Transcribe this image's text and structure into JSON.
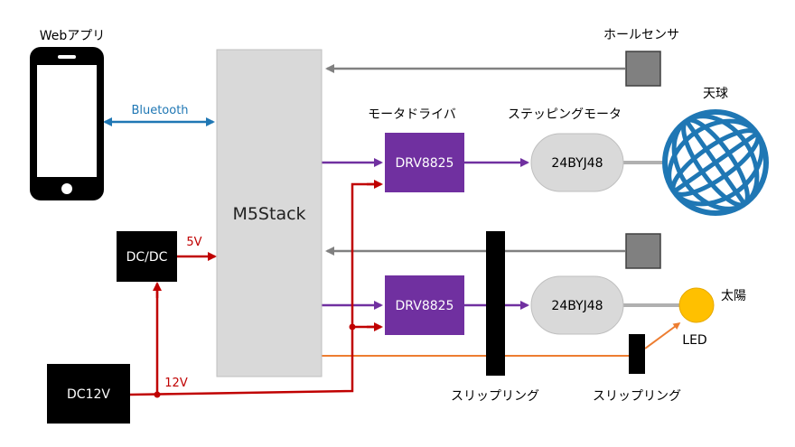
{
  "labels": {
    "webapp": "Webアプリ",
    "bluetooth": "Bluetooth",
    "m5stack": "M5Stack",
    "dcdc": "DC/DC",
    "v5": "5V",
    "dc12v": "DC12V",
    "v12": "12V",
    "motor_driver": "モータドライバ",
    "drv1": "DRV8825",
    "drv2": "DRV8825",
    "stepper_motor": "ステッピングモータ",
    "motor1": "24BYJ48",
    "motor2": "24BYJ48",
    "hall_sensor": "ホールセンサ",
    "celestial_globe": "天球",
    "sun": "太陽",
    "led": "LED",
    "slip_ring_1": "スリップリング",
    "slip_ring_2": "スリップリング"
  },
  "colors": {
    "power": "#c00000",
    "signal": "#7030a0",
    "sensor": "#808080",
    "bluetooth": "#1f77b4",
    "led_line": "#ed7d31",
    "globe": "#1f77b4",
    "sun": "#ffc000"
  },
  "icons": {
    "phone": "smartphone-icon",
    "globe": "globe-icon"
  }
}
